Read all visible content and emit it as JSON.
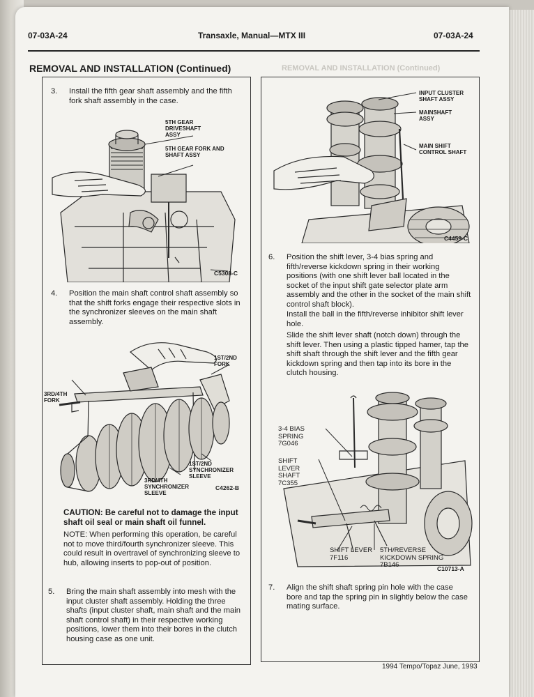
{
  "header": {
    "page_left": "07-03A-24",
    "title": "Transaxle, Manual—MTX III",
    "page_right": "07-03A-24"
  },
  "section_title": "REMOVAL AND INSTALLATION (Continued)",
  "left_column": {
    "step3": {
      "number": "3.",
      "text": "Install the fifth gear shaft assembly and the fifth fork shaft assembly in the case."
    },
    "fig1": {
      "labels": {
        "driveshaft": "5TH GEAR\nDRIVESHAFT\nASSY",
        "fork": "5TH GEAR FORK AND\nSHAFT ASSY"
      },
      "code": "C5308-C"
    },
    "step4": {
      "number": "4.",
      "text": "Position the main shaft control shaft assembly so that the shift forks engage their respective slots in the synchronizer sleeves on the main shaft assembly."
    },
    "fig2": {
      "labels": {
        "fork_12": "1ST/2ND\nFORK",
        "fork_34": "3RD/4TH\nFORK",
        "sleeve_12": "1ST/2ND\nSYNCHRONIZER\nSLEEVE",
        "sleeve_34": "3RD/4TH\nSYNCHRONIZER\nSLEEVE"
      },
      "code": "C4262-B"
    },
    "caution": "CAUTION: Be careful not to damage the input shaft oil seal or main shaft oil funnel.",
    "note": "NOTE: When performing this operation, be careful not to move third/fourth synchronizer sleeve. This could result in overtravel of synchronizing sleeve to hub, allowing inserts to pop-out of position.",
    "step5": {
      "number": "5.",
      "text": "Bring the main shaft assembly into mesh with the input cluster shaft assembly. Holding the three shafts (input cluster shaft, main shaft and the main shaft control shaft) in their respective working positions, lower them into their bores in the clutch housing case as one unit."
    }
  },
  "right_column": {
    "fig3": {
      "labels": {
        "input_cluster": "INPUT CLUSTER\nSHAFT ASSY",
        "mainshaft": "MAINSHAFT\nASSY",
        "main_shift": "MAIN SHIFT\nCONTROL SHAFT"
      },
      "code": "C4459-C"
    },
    "step6": {
      "number": "6.",
      "text": "Position the shift lever, 3-4 bias spring and fifth/reverse kickdown spring in their working positions (with one shift lever ball located in the socket of the input shift gate selector plate arm assembly and the other in the socket of the main shift control shaft block)."
    },
    "para_ball": "Install the ball in the fifth/reverse inhibitor shift lever hole.",
    "para_slide": "Slide the shift lever shaft (notch down) through the shift lever. Then using a plastic tipped hamer, tap the shift shaft through the shift lever and the fifth gear kickdown spring and then tap into its bore in the clutch housing.",
    "fig4": {
      "labels": {
        "bias_spring": "3-4 BIAS\nSPRING\n7G046",
        "lever_shaft": "SHIFT\nLEVER\nSHAFT\n7C355",
        "shift_lever": "SHIFT LEVER\n7F116",
        "kickdown": "5TH/REVERSE\nKICKDOWN SPRING\n7B146"
      },
      "code": "C10713-A"
    },
    "step7": {
      "number": "7.",
      "text": "Align the shift shaft spring pin hole with the case bore and tap the spring pin in slightly below the case mating surface."
    }
  },
  "footer": "1994 Tempo/Topaz June, 1993",
  "colors": {
    "paper": "#f4f3ef",
    "ink": "#1c1c1c",
    "line_art": "#2a2a2a"
  }
}
